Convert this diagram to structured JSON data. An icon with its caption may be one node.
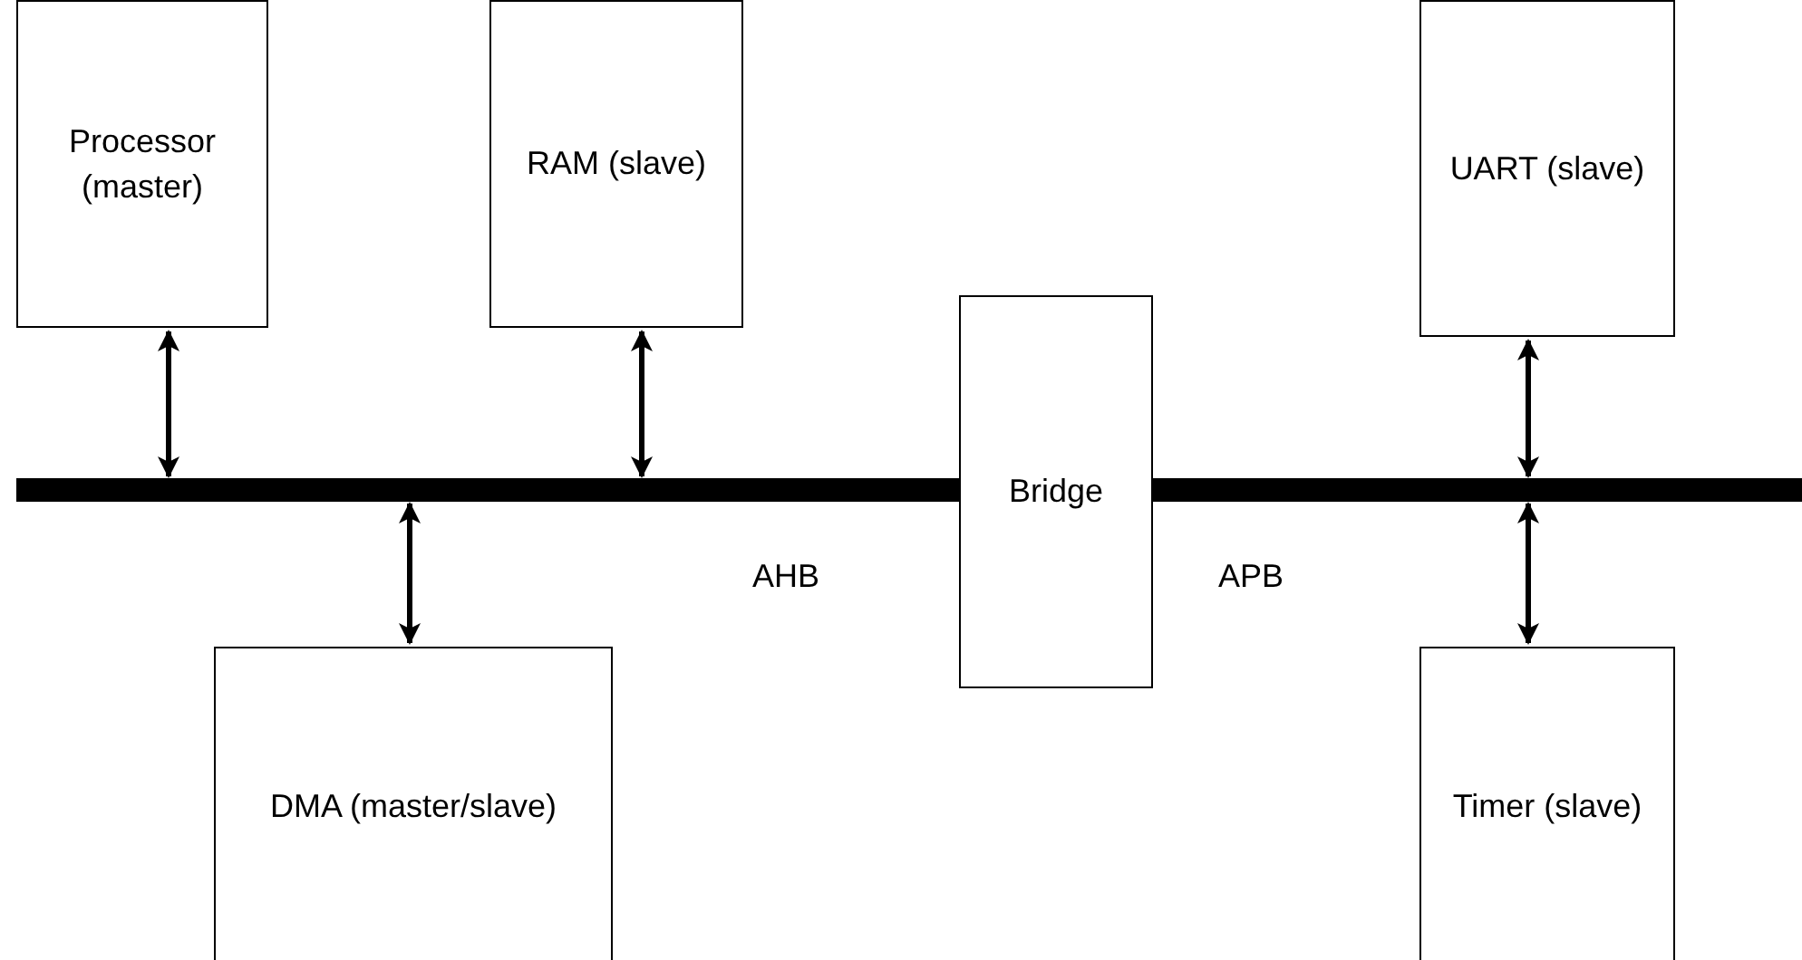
{
  "diagram": {
    "nodes": [
      {
        "text": [
          "Processor (master)"
        ]
      },
      {
        "text": [
          "RAM (slave)"
        ]
      },
      {
        "text": [
          "UART (slave)"
        ]
      },
      {
        "text": [],
        "shape": "bar",
        "beside": [
          "AHB"
        ]
      },
      {
        "text": [
          "Bridge"
        ]
      },
      {
        "text": [],
        "shape": "bar",
        "beside": [
          "APB"
        ]
      },
      {
        "text": [
          "DMA (master/slave)"
        ]
      },
      {
        "text": [
          "Timer (slave)"
        ]
      }
    ],
    "edges": [
      {
        "from": 0,
        "to": 3,
        "arrow": "both"
      },
      {
        "from": 1,
        "to": 3,
        "arrow": "both"
      },
      {
        "from": 2,
        "to": 5,
        "arrow": "both"
      },
      {
        "from": 6,
        "to": 3,
        "arrow": "both"
      },
      {
        "from": 7,
        "to": 5,
        "arrow": "both"
      }
    ]
  }
}
